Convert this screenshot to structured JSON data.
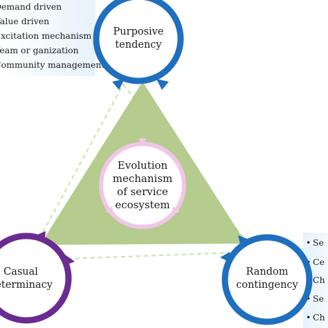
{
  "diagram": {
    "top_node": {
      "label_lines": [
        "Purposive",
        "tendency"
      ],
      "color": "#1f6fbf"
    },
    "left_node": {
      "label_lines": [
        "Casual",
        "determinacy"
      ],
      "color": "#6a2c91"
    },
    "right_node": {
      "label_lines": [
        "Random",
        "contingency"
      ],
      "color": "#1f6fbf"
    },
    "center": {
      "label_lines": [
        "Evolution",
        "mechanism",
        "of service",
        "ecosystem"
      ],
      "ring_color": "#f2c6e8",
      "triangle_color": "#b5cc8e"
    },
    "top_left_list": [
      "Demand driven",
      "Value driven",
      "Excitation mechanism",
      "Team or ganization",
      "Community management"
    ],
    "bottom_right_list": [
      "Se",
      "Ce",
      "Ch",
      "Se",
      "Ch"
    ]
  }
}
